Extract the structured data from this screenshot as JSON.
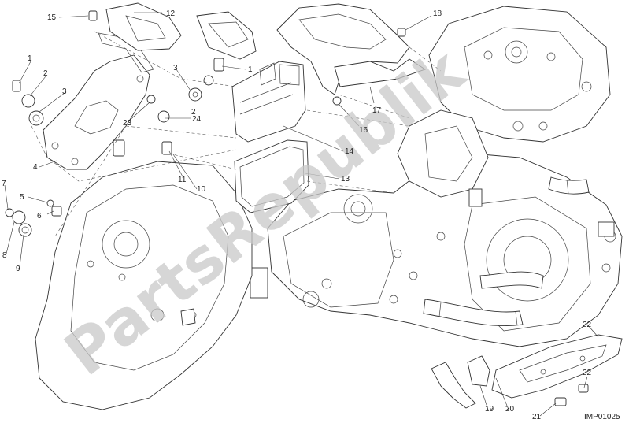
{
  "diagram": {
    "code": "IMP01025",
    "watermark": "PartsRepublik",
    "callouts": [
      "1",
      "2",
      "3",
      "4",
      "5",
      "6",
      "7",
      "8",
      "9",
      "10",
      "11",
      "12",
      "13",
      "14",
      "15",
      "16",
      "17",
      "18",
      "19",
      "20",
      "21",
      "22",
      "23",
      "24"
    ]
  }
}
